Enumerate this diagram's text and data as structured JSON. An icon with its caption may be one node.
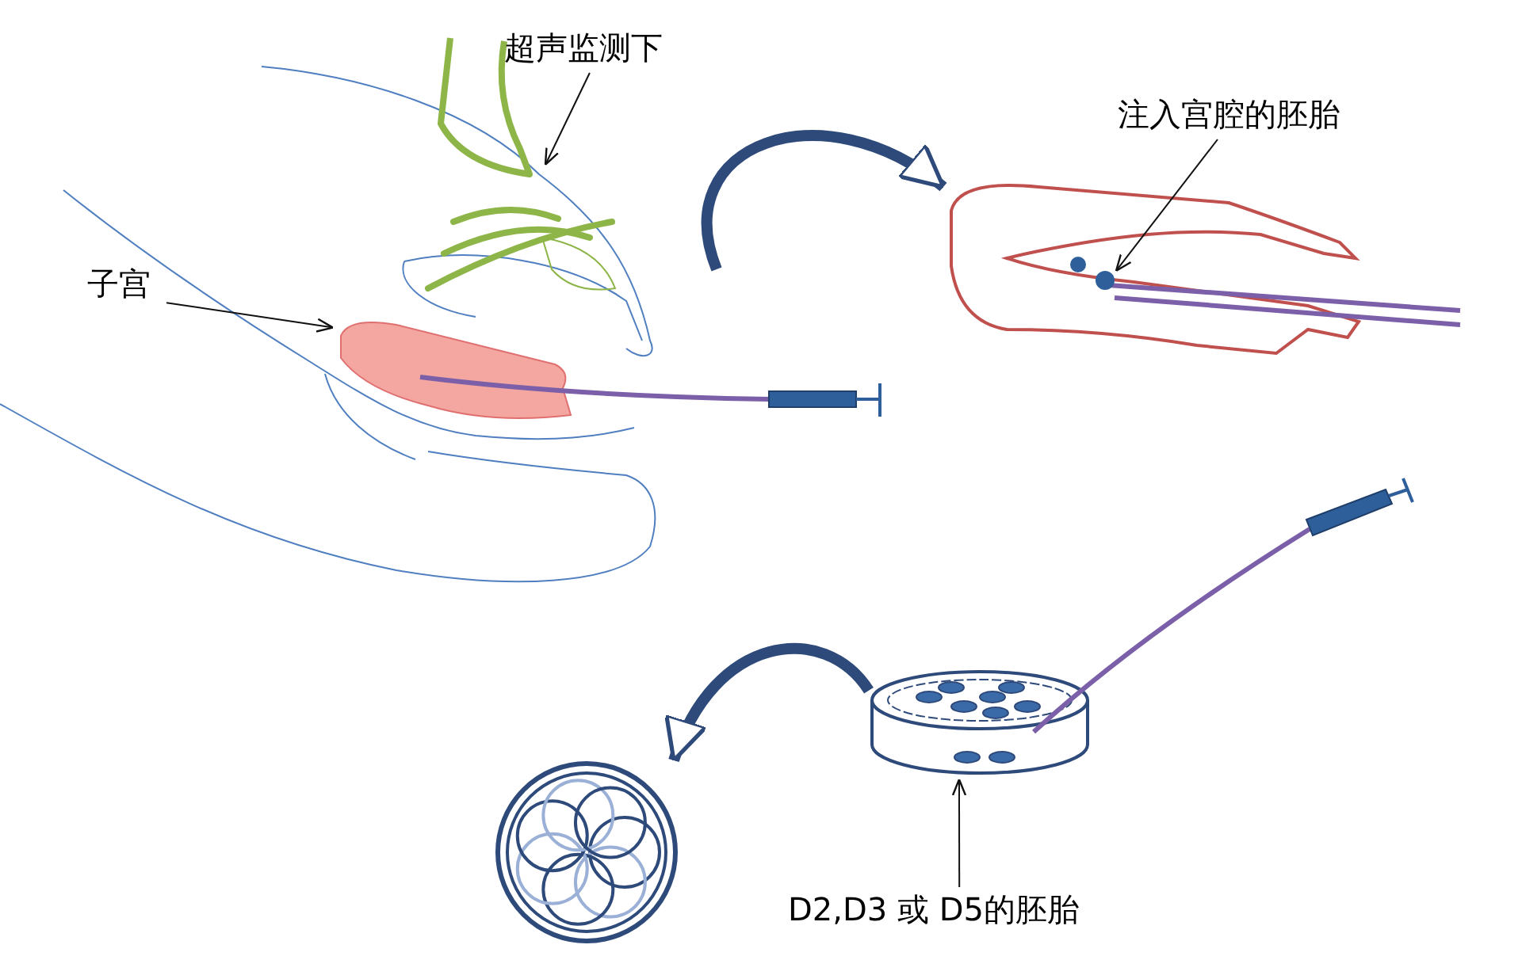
{
  "diagram": {
    "nodes": [
      {
        "text": [
          "超声监测下"
        ]
      },
      {
        "text": [],
        "shape": "picture"
      },
      {
        "text": [
          "注入宫腔的胚胎"
        ]
      },
      {
        "text": [],
        "shape": "picture"
      },
      {
        "text": [],
        "shape": "circle",
        "in": 3
      },
      {
        "text": [],
        "shape": "circle",
        "in": 3
      },
      {
        "text": [
          "子宫"
        ]
      },
      {
        "text": [],
        "shape": "picture"
      },
      {
        "text": [],
        "shape": "picture"
      },
      {
        "text": [],
        "shape": "picture"
      },
      {
        "text": [
          "D2,D3 或 D5的胚胎"
        ]
      }
    ],
    "edges": [
      {
        "from": 0,
        "to": 1,
        "arrow": "to"
      },
      {
        "from": 2,
        "to": 5,
        "arrow": "to"
      },
      {
        "from": 6,
        "to": 7,
        "arrow": "to"
      },
      {
        "from": null,
        "to": 3,
        "arrow": "to",
        "style": "thick",
        "color": "#2e4a7a"
      },
      {
        "from": 8,
        "to": 9,
        "arrow": "to",
        "style": "thick",
        "color": "#2e4a7a"
      },
      {
        "from": 10,
        "to": 8,
        "arrow": "to"
      }
    ]
  }
}
